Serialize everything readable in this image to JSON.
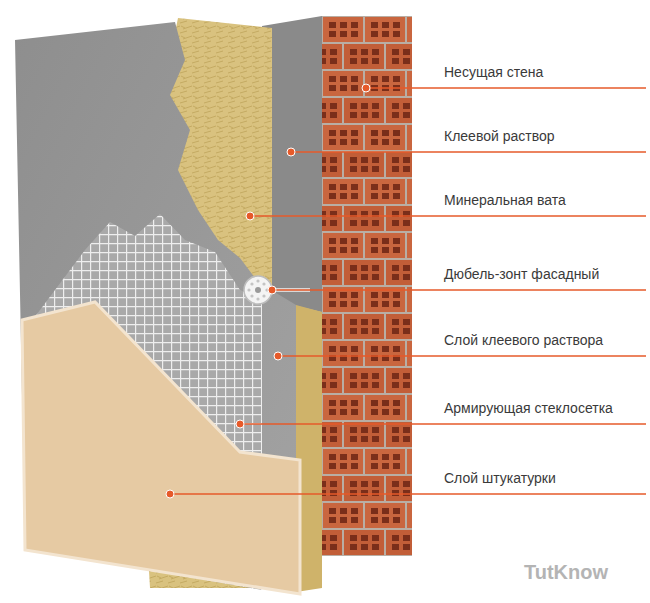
{
  "diagram": {
    "labels": [
      "Несущая стена",
      "Клеевой раствор",
      "Минеральная вата",
      "Дюбель-зонт фасадный",
      "Слой клеевого раствора",
      "Армирующая стеклосетка",
      "Слой штукатурки",
      "TutKnow"
    ]
  }
}
